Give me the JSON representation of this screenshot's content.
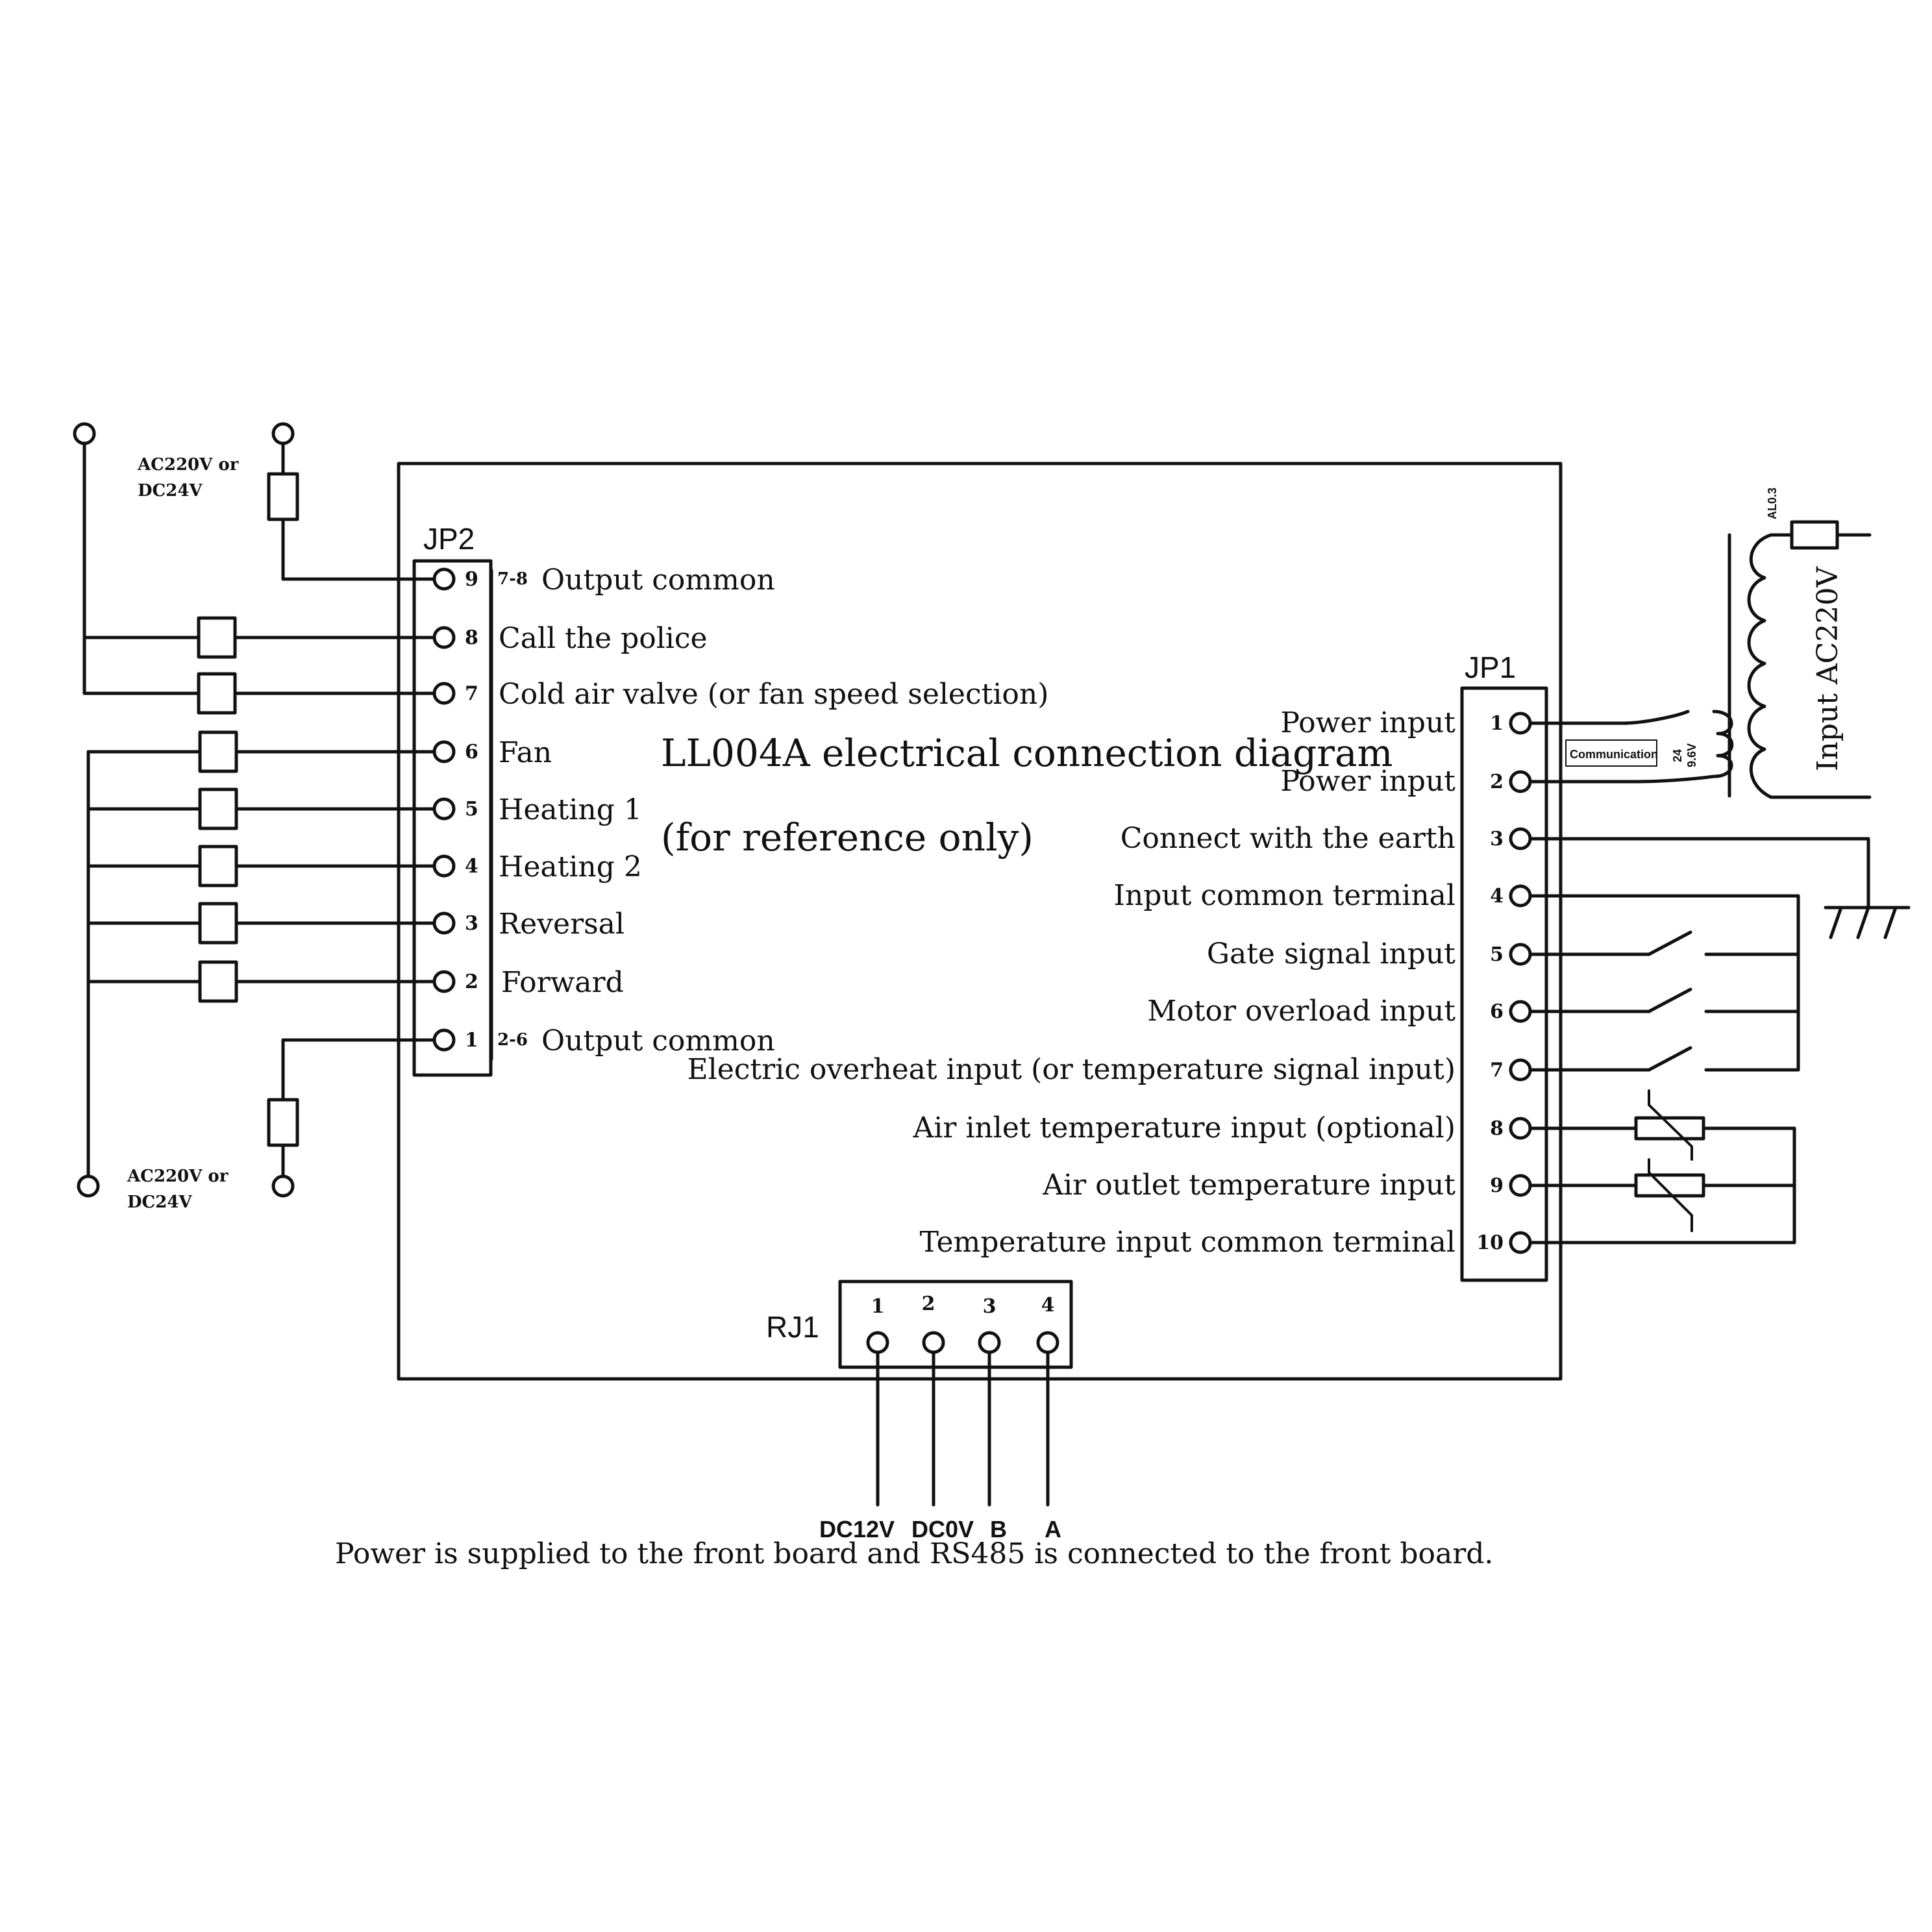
{
  "title": "LL004A electrical connection diagram",
  "subtitle": "(for reference only)",
  "footer": "Power is supplied to the front board and RS485 is connected to the front board.",
  "jp2": {
    "name": "JP2",
    "pins": [
      {
        "num": "9",
        "note": "7-8",
        "label": "Output common"
      },
      {
        "num": "8",
        "note": "",
        "label": "Call the police"
      },
      {
        "num": "7",
        "note": "",
        "label": "Cold air valve (or fan speed selection)"
      },
      {
        "num": "6",
        "note": "",
        "label": "Fan"
      },
      {
        "num": "5",
        "note": "",
        "label": "Heating 1"
      },
      {
        "num": "4",
        "note": "",
        "label": "Heating 2"
      },
      {
        "num": "3",
        "note": "",
        "label": "Reversal"
      },
      {
        "num": "2",
        "note": "",
        "label": "Forward"
      },
      {
        "num": "1",
        "note": "2-6",
        "label": "Output common"
      }
    ]
  },
  "jp1": {
    "name": "JP1",
    "pins": [
      {
        "num": "1",
        "label": "Power input"
      },
      {
        "num": "2",
        "label": "Power input"
      },
      {
        "num": "3",
        "label": "Connect with the earth"
      },
      {
        "num": "4",
        "label": "Input common terminal"
      },
      {
        "num": "5",
        "label": "Gate signal input"
      },
      {
        "num": "6",
        "label": "Motor overload input"
      },
      {
        "num": "7",
        "label": "Electric overheat input (or temperature signal input)"
      },
      {
        "num": "8",
        "label": "Air inlet temperature input (optional)"
      },
      {
        "num": "9",
        "label": "Air outlet temperature input"
      },
      {
        "num": "10",
        "label": "Temperature input common terminal"
      }
    ]
  },
  "rj1": {
    "name": "RJ1",
    "pins": [
      {
        "num": "1",
        "signal": "DC12V"
      },
      {
        "num": "2",
        "signal": "DC0V"
      },
      {
        "num": "3",
        "signal": "B"
      },
      {
        "num": "4",
        "signal": "A"
      }
    ]
  },
  "power_top": [
    "AC220V or",
    "DC24V"
  ],
  "power_bottom": [
    "AC220V or",
    "DC24V"
  ],
  "transformer": {
    "input": "Input AC220V",
    "fuse": "AL0.3",
    "comm": "Communication",
    "out1": "24",
    "out2": "9.6V"
  }
}
